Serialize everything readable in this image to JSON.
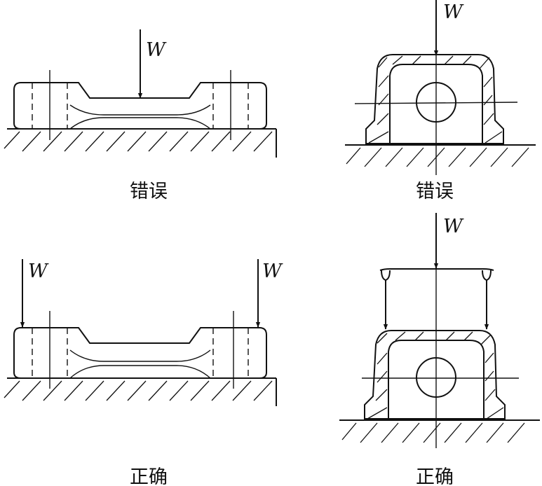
{
  "panels": [
    {
      "label": "W",
      "caption": "错误"
    },
    {
      "label": "W",
      "caption": "错误"
    },
    {
      "label": "W",
      "label_2": "W",
      "caption": "正确"
    },
    {
      "label": "W",
      "caption": "正确"
    }
  ]
}
